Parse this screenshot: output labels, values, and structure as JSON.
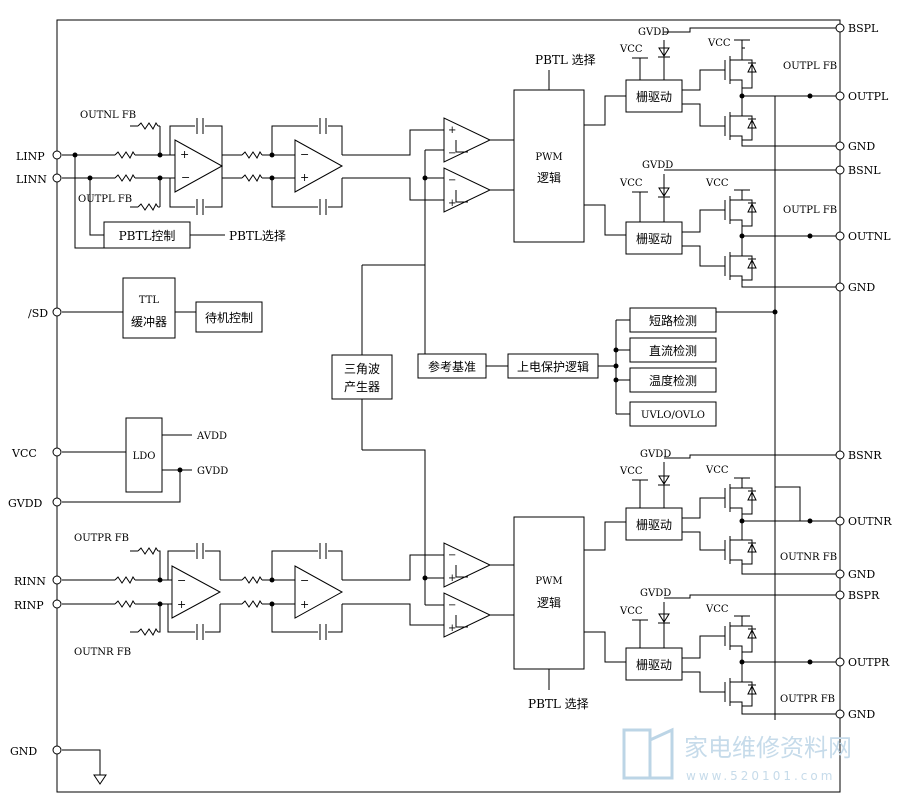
{
  "pins": {
    "linp": "LINP",
    "linn": "LINN",
    "sd": "/SD",
    "vcc": "VCC",
    "gvdd": "GVDD",
    "rinn": "RINN",
    "rinp": "RINP",
    "gnd": "GND",
    "bspl": "BSPL",
    "outpl": "OUTPL",
    "gnd_1": "GND",
    "bsnl": "BSNL",
    "outnl": "OUTNL",
    "gnd_2": "GND",
    "bsnr": "BSNR",
    "outnr": "OUTNR",
    "gnd_3": "GND",
    "bspr": "BSPR",
    "outpr": "OUTPR",
    "gnd_4": "GND"
  },
  "labels": {
    "outnl_fb": "OUTNL FB",
    "outpl_fb_left": "OUTPL FB",
    "outpr_fb_left": "OUTPR FB",
    "outnr_fb_left": "OUTNR FB",
    "pbtl_ctrl": "PBTL控制",
    "pbtl_select_left": "PBTL选择",
    "pbtl_select_top": "PBTL 选择",
    "pbtl_select_bottom": "PBTL 选择",
    "ttl_line1": "TTL",
    "ttl_line2": "缓冲器",
    "standby": "待机控制",
    "ldo": "LDO",
    "avdd": "AVDD",
    "gvdd_out": "GVDD",
    "tri_line1": "三角波",
    "tri_line2": "产生器",
    "pwm_top": "PWM",
    "logic_top": "逻辑",
    "pwm_bottom": "PWM",
    "logic_bottom": "逻辑",
    "ref": "参考基准",
    "powerup": "上电保护逻辑",
    "short": "短路检测",
    "dc": "直流检测",
    "temp": "温度检测",
    "uvlo": "UVLO/OVLO",
    "gate1": "栅驱动",
    "gate2": "栅驱动",
    "gate3": "栅驱动",
    "gate4": "栅驱动",
    "gvdd_1": "GVDD",
    "gvdd_2": "GVDD",
    "gvdd_3": "GVDD",
    "gvdd_4": "GVDD",
    "vcc_g1": "VCC",
    "vcc_g2": "VCC",
    "vcc_g3": "VCC",
    "vcc_g4": "VCC",
    "vcc_h1": "VCC",
    "vcc_h2": "VCC",
    "vcc_h3": "VCC",
    "vcc_h4": "VCC",
    "outpl_fb": "OUTPL FB",
    "outnl_fb_r": "OUTPL FB",
    "outnr_fb_r": "OUTNR FB",
    "outpr_fb_r": "OUTPR FB"
  },
  "watermark": {
    "cn": "家电维修资料网",
    "url": "www.520101.com"
  }
}
